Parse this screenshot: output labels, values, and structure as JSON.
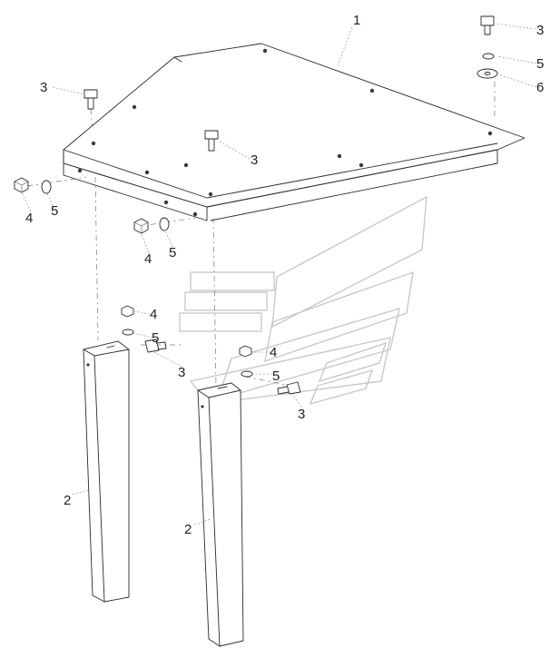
{
  "callouts": {
    "c1": "1",
    "c2a": "2",
    "c2b": "2",
    "c3a": "3",
    "c3b": "3",
    "c3c": "3",
    "c3d": "3",
    "c3e": "3",
    "c4a": "4",
    "c4b": "4",
    "c4c": "4",
    "c4d": "4",
    "c5a": "5",
    "c5b": "5",
    "c5c": "5",
    "c5d": "5",
    "c5e": "5",
    "c6": "6"
  },
  "colors": {
    "line": "#2a2a2a",
    "watermark": "#c9c9c9",
    "background": "#ffffff"
  }
}
